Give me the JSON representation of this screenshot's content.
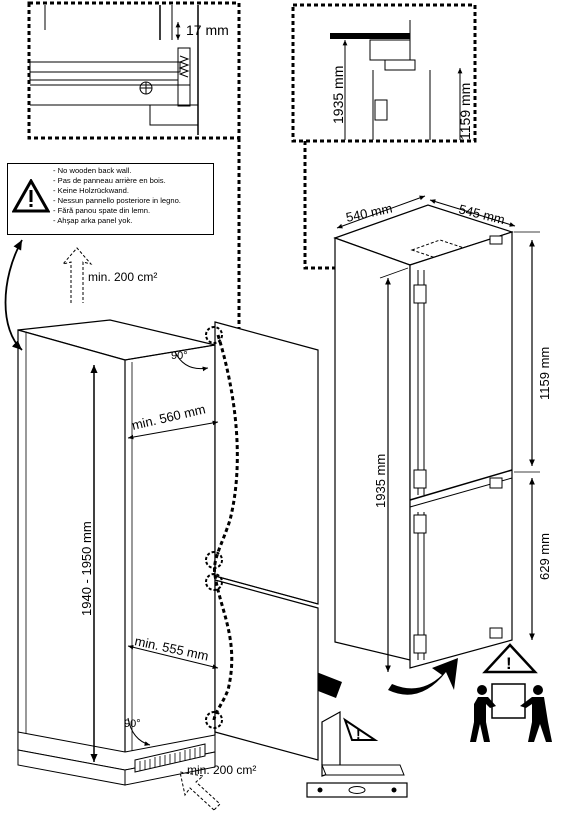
{
  "dimensions": {
    "top_gap": "17 mm",
    "detail_height_1935": "1935 mm",
    "detail_height_1159": "1159 mm",
    "fridge_width": "540 mm",
    "fridge_depth": "545 mm",
    "fridge_height": "1935 mm",
    "upper_section": "1159 mm",
    "lower_section": "629 mm",
    "niche_height": "1940 - 1950 mm",
    "niche_width_top": "min. 560 mm",
    "niche_width_bottom": "min. 555 mm",
    "angle_top": "90°",
    "angle_bottom": "90°",
    "vent_top": "min. 200 cm²",
    "vent_bottom": "min. 200 cm²"
  },
  "warning": {
    "lines": [
      "- No wooden back wall.",
      "- Pas de panneau arrière en bois.",
      "- Keine Holzrückwand.",
      "- Nessun pannello posteriore in legno.",
      "- Fără panou spate din lemn.",
      "- Ahşap arka panel yok."
    ],
    "icon": "warning-triangle-icon"
  },
  "icons": [
    "warning-triangle-icon",
    "two-person-lift-icon",
    "spirit-level-icon",
    "rotate-arrow-icon",
    "insert-arrow-icon"
  ]
}
